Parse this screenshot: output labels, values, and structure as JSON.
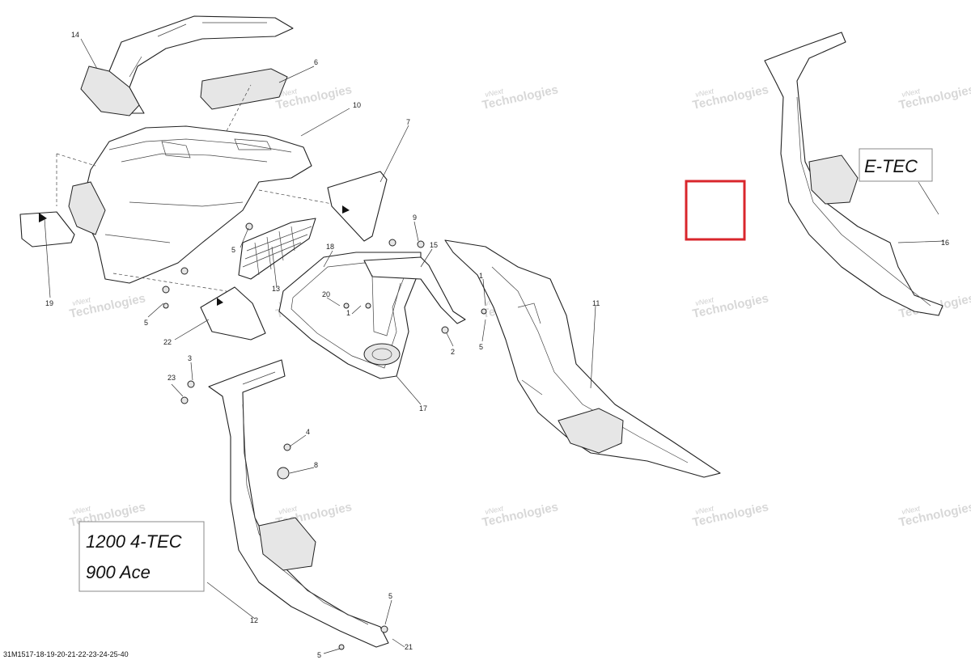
{
  "watermark": {
    "line1": "vNext",
    "line2": "Technologies"
  },
  "labels": {
    "variant_a_line1": "1200 4-TEC",
    "variant_a_line2": "900 Ace",
    "variant_b": "E-TEC"
  },
  "document_ref": "31M1517-18-19-20-21-22-23-24-25-40",
  "callouts": {
    "c1a": "1",
    "c1b": "1",
    "c2": "2",
    "c3": "3",
    "c4": "4",
    "c5a": "5",
    "c5b": "5",
    "c5c": "5",
    "c5d": "5",
    "c5e": "5",
    "c6": "6",
    "c7": "7",
    "c8": "8",
    "c9": "9",
    "c10": "10",
    "c11": "11",
    "c12": "12",
    "c13": "13",
    "c14": "14",
    "c15": "15",
    "c16": "16",
    "c17": "17",
    "c18": "18",
    "c19": "19",
    "c20": "20",
    "c21": "21",
    "c22": "22",
    "c23": "23"
  },
  "colors": {
    "highlight_box": "#d9262c"
  }
}
